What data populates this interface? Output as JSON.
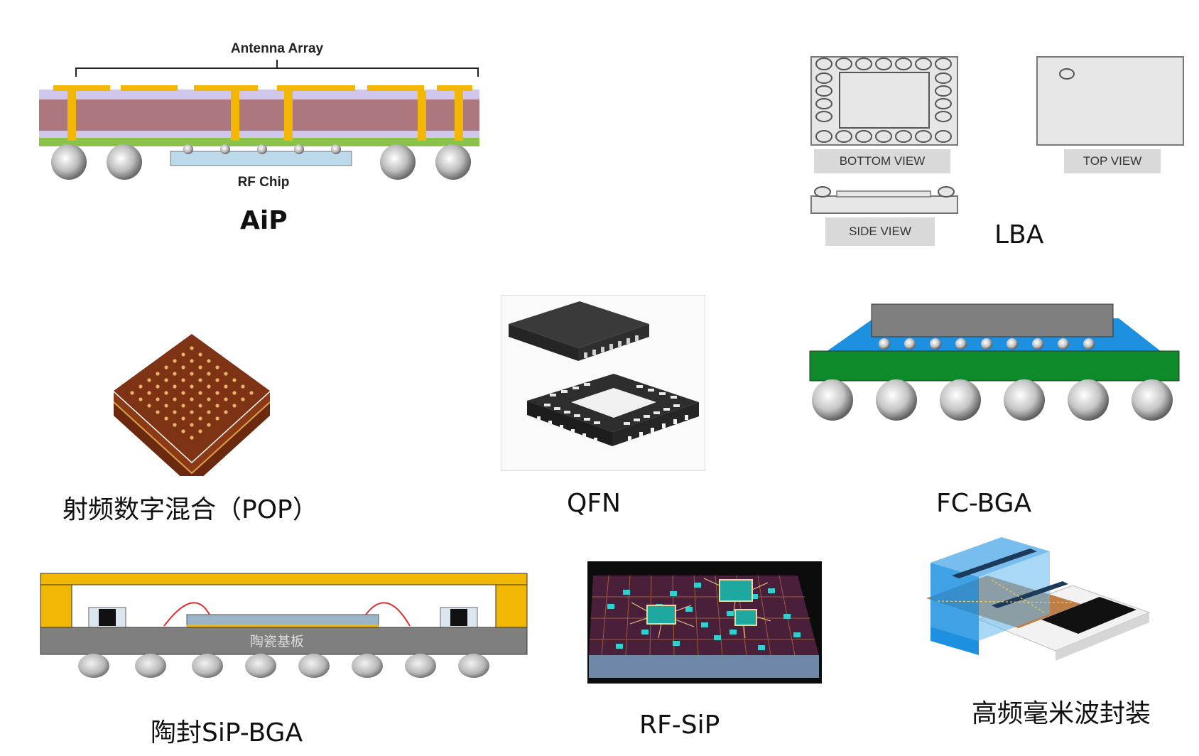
{
  "captions": {
    "aip": "AiP",
    "lba": "LBA",
    "pop": "射频数字混合（POP）",
    "qfn": "QFN",
    "fcbga": "FC-BGA",
    "ceramic_sip": "陶封SiP-BGA",
    "rf_sip": "RF-SiP",
    "mmwave": "高频毫米波封装"
  },
  "aip": {
    "antenna_label": "Antenna Array",
    "chip_label": "RF Chip"
  },
  "lba": {
    "bottom_view": "BOTTOM VIEW",
    "top_view": "TOP VIEW",
    "side_view": "SIDE VIEW"
  },
  "ceramic": {
    "substrate_label": "陶瓷基板"
  },
  "colors": {
    "gold": "#f2b705",
    "lavender": "#cfc6ea",
    "dielectric": "#a66a6a",
    "green": "#0f8a2a",
    "blue": "#1e90e0",
    "gray": "#7f7f7f"
  }
}
